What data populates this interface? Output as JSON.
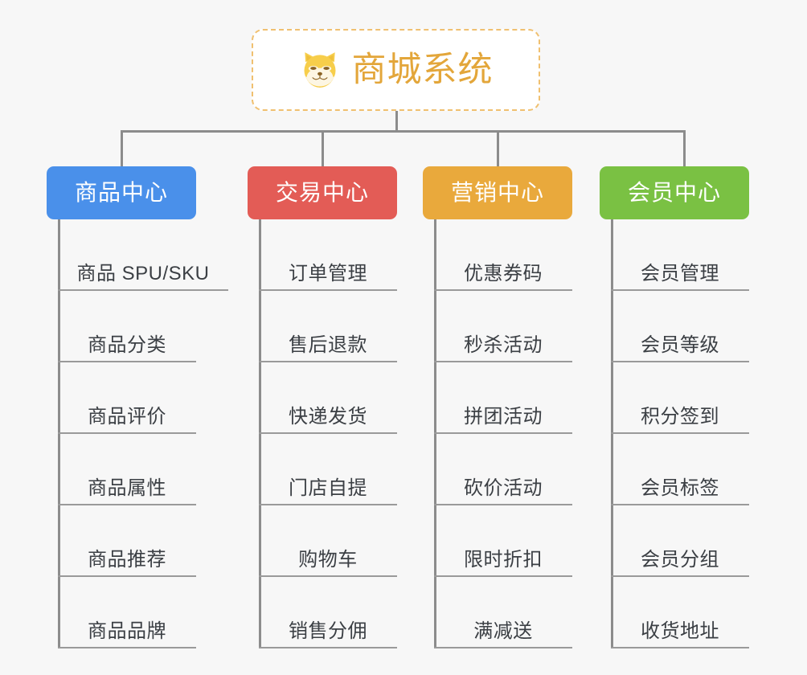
{
  "canvas": {
    "background": "#f7f7f7",
    "line_color": "#8c8c8c"
  },
  "root": {
    "title": "商城系统",
    "icon": "shiba-dog-icon",
    "title_color": "#e3a63a",
    "border_color": "#f0c070",
    "background": "#ffffff"
  },
  "branches": [
    {
      "label": "商品中心",
      "color": "#4a90ea",
      "items": [
        "商品 SPU/SKU",
        "商品分类",
        "商品评价",
        "商品属性",
        "商品推荐",
        "商品品牌"
      ]
    },
    {
      "label": "交易中心",
      "color": "#e35c56",
      "items": [
        "订单管理",
        "售后退款",
        "快递发货",
        "门店自提",
        "购物车",
        "销售分佣"
      ]
    },
    {
      "label": "营销中心",
      "color": "#e9a93c",
      "items": [
        "优惠券码",
        "秒杀活动",
        "拼团活动",
        "砍价活动",
        "限时折扣",
        "满减送"
      ]
    },
    {
      "label": "会员中心",
      "color": "#7ac143",
      "items": [
        "会员管理",
        "会员等级",
        "积分签到",
        "会员标签",
        "会员分组",
        "收货地址"
      ]
    }
  ]
}
